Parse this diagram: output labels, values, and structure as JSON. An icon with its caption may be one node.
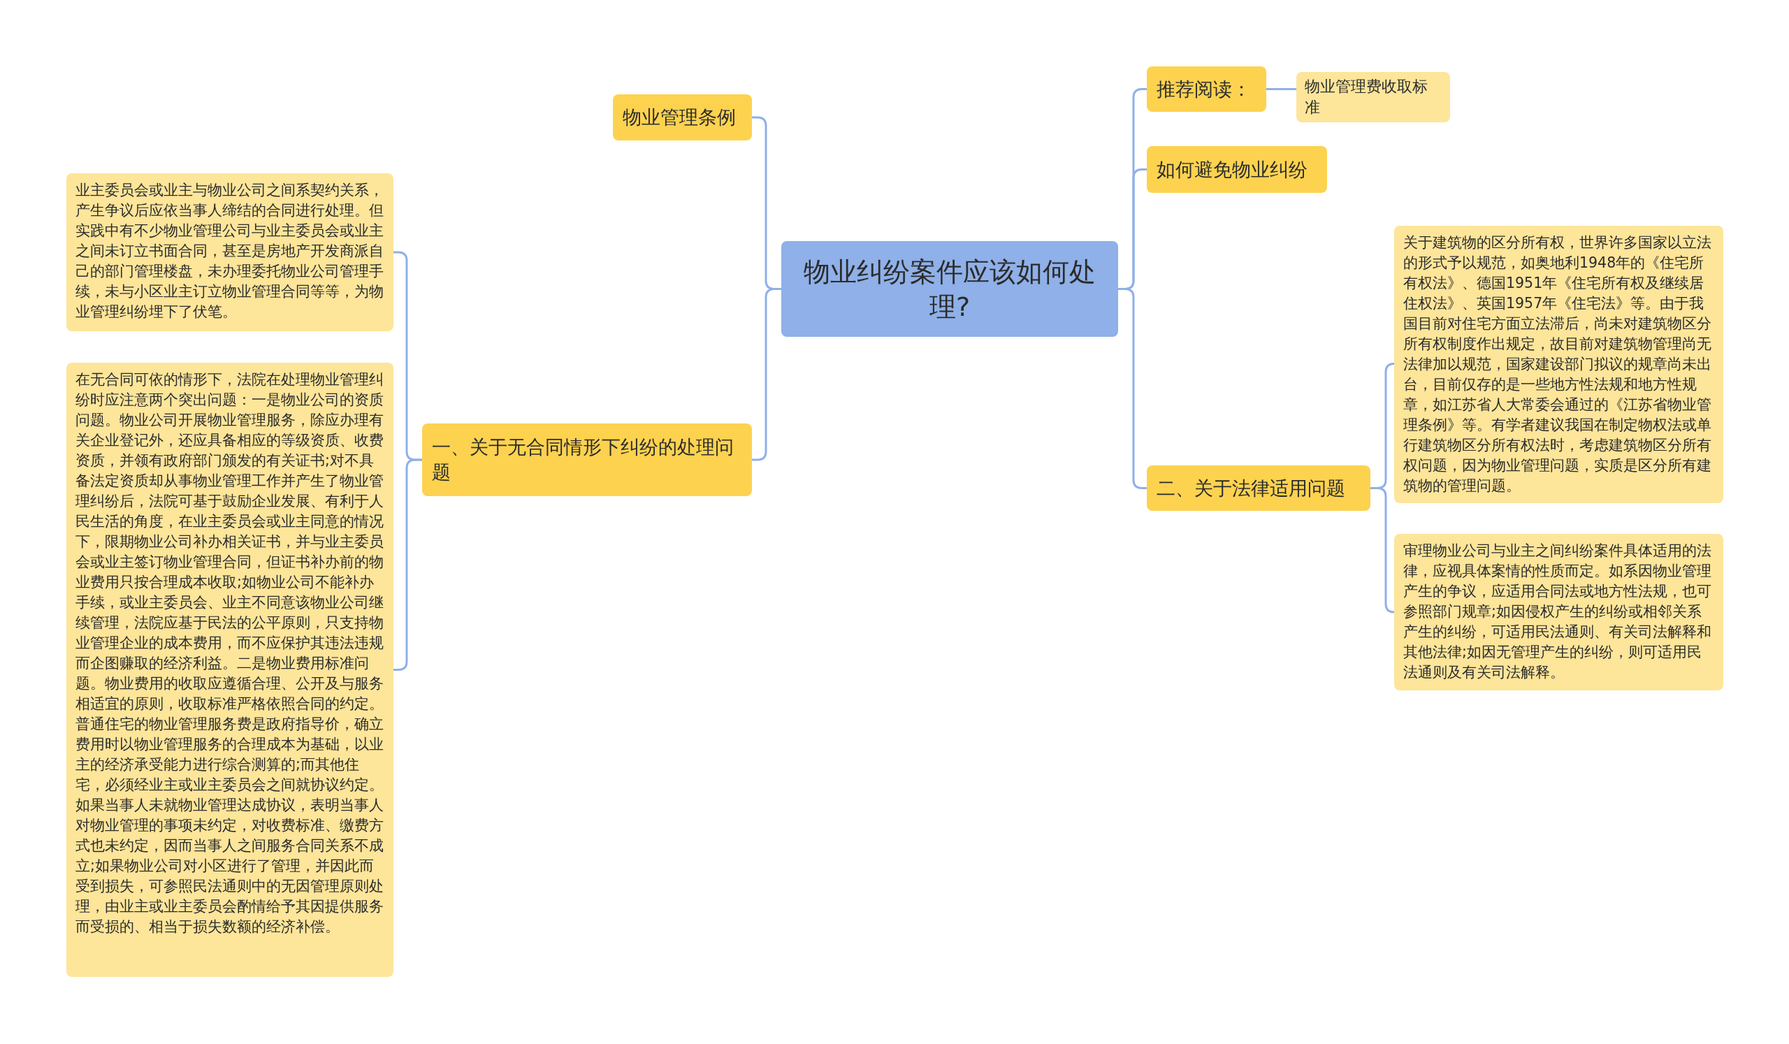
{
  "diagram": {
    "nodes": [
      {
        "text": [
          "物业纠纷案件应该如何处理?"
        ]
      },
      {
        "text": [
          "物业管理条例"
        ]
      },
      {
        "text": [
          "一、关于无合同情形下纠纷的处理问题"
        ]
      },
      {
        "text": [
          "业主委员会或业主与物业公司之间系契约关系，产生争议后应依当事人缔结的合同进行处理。但实践中有不少物业管理公司与业主委员会或业主之间未订立书面合同，甚至是房地产开发商派自己的部门管理楼盘，未办理委托物业公司管理手续，未与小区业主订立物业管理合同等等，为物业管理纠纷埋下了伏笔。"
        ]
      },
      {
        "text": [
          "在无合同可依的情形下，法院在处理物业管理纠纷时应注意两个突出问题：一是物业公司的资质问题。物业公司开展物业管理服务，除应办理有关企业登记外，还应具备相应的等级资质、收费资质，并领有政府部门颁发的有关证书;对不具备法定资质却从事物业管理工作并产生了物业管理纠纷后，法院可基于鼓励企业发展、有利于人民生活的角度，在业主委员会或业主同意的情况下，限期物业公司补办相关证书，并与业主委员会或业主签订物业管理合同，但证书补办前的物业费用只按合理成本收取;如物业公司不能补办手续，或业主委员会、业主不同意该物业公司继续管理，法院应基于民法的公平原则，只支持物业管理企业的成本费用，而不应保护其违法违规而企图赚取的经济利益。二是物业费用标准问题。物业费用的收取应遵循合理、公开及与服务相适宜的原则，收取标准严格依照合同的约定。普通住宅的物业管理服务费是政府指导价，确立费用时以物业管理服务的合理成本为基础，以业主的经济承受能力进行综合测算的;而其他住宅，必须经业主或业主委员会之间就协议约定。如果当事人未就物业管理达成协议，表明当事人对物业管理的事项未约定，对收费标准、缴费方式也未约定，因而当事人之间服务合同关系不成立;如果物业公司对小区进行了管理，并因此而受到损失，可参照民法通则中的无因管理原则处理，由业主或业主委员会酌情给予其因提供服务而受损的、相当于损失数额的经济补偿。"
        ]
      },
      {
        "text": [
          "推荐阅读："
        ]
      },
      {
        "text": [
          "物业管理费收取标准"
        ]
      },
      {
        "text": [
          "如何避免物业纠纷"
        ]
      },
      {
        "text": [
          "二、关于法律适用问题"
        ]
      },
      {
        "text": [
          "关于建筑物的区分所有权，世界许多国家以立法的形式予以规范，如奥地利1948年的《住宅所有权法》、德国1951年《住宅所有权及继续居住权法》、英国1957年《住宅法》等。由于我国目前对住宅方面立法滞后，尚未对建筑物区分所有权制度作出规定，故目前对建筑物管理尚无法律加以规范，国家建设部门拟议的规章尚未出台，目前仅存的是一些地方性法规和地方性规章，如江苏省人大常委会通过的《江苏省物业管理条例》等。有学者建议我国在制定物权法或单行建筑物区分所有权法时，考虑建筑物区分所有权问题，因为物业管理问题，实质是区分所有建筑物的管理问题。"
        ]
      },
      {
        "text": [
          "审理物业公司与业主之间纠纷案件具体适用的法律，应视具体案情的性质而定。如系因物业管理产生的争议，应适用合同法或地方性法规，也可参照部门规章;如因侵权产生的纠纷或相邻关系产生的纠纷，可适用民法通则、有关司法解释和其他法律;如因无管理产生的纠纷，则可适用民法通则及有关司法解释。"
        ]
      }
    ],
    "edges": [
      {
        "from": 0,
        "to": 1,
        "arrow": "none"
      },
      {
        "from": 0,
        "to": 2,
        "arrow": "none"
      },
      {
        "from": 2,
        "to": 3,
        "arrow": "none"
      },
      {
        "from": 2,
        "to": 4,
        "arrow": "none"
      },
      {
        "from": 0,
        "to": 5,
        "arrow": "none"
      },
      {
        "from": 5,
        "to": 6,
        "arrow": "none"
      },
      {
        "from": 0,
        "to": 7,
        "arrow": "none"
      },
      {
        "from": 0,
        "to": 8,
        "arrow": "none"
      },
      {
        "from": 8,
        "to": 9,
        "arrow": "none"
      },
      {
        "from": 8,
        "to": 10,
        "arrow": "none"
      }
    ]
  }
}
